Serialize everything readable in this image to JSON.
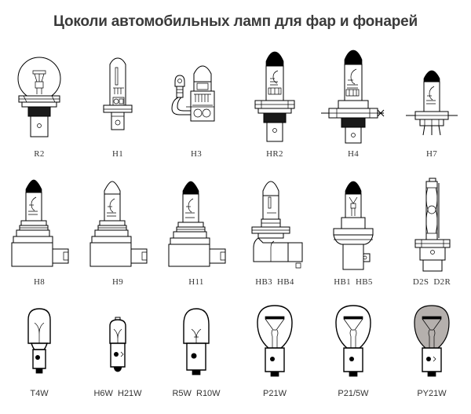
{
  "page": {
    "title": "Цоколи автомобильных ламп для фар и  фонарей",
    "background_color": "#ffffff",
    "line_color": "#000000",
    "label_color": "#333333",
    "title_color": "#3a3a3a",
    "tint_color": "#b5b0ad"
  },
  "rows": [
    {
      "row_index": 1,
      "items": [
        {
          "label": "R2",
          "icon": "bulb-r2-icon",
          "type": "round-globe-flange-base",
          "tinted": false,
          "black_tip": false
        },
        {
          "label": "H1",
          "icon": "bulb-h1-icon",
          "type": "halogen-tube-flat-flange",
          "tinted": false,
          "black_tip": false
        },
        {
          "label": "H3",
          "icon": "bulb-h3-icon",
          "type": "halogen-with-wire-lead",
          "tinted": false,
          "black_tip": false
        },
        {
          "label": "HR2",
          "icon": "bulb-hr2-icon",
          "type": "halogen-black-tip-pin-base",
          "tinted": false,
          "black_tip": true
        },
        {
          "label": "H4",
          "icon": "bulb-h4-icon",
          "type": "halogen-black-tip-p43t",
          "tinted": false,
          "black_tip": true
        },
        {
          "label": "H7",
          "icon": "bulb-h7-icon",
          "type": "halogen-black-tip-px26d",
          "tinted": false,
          "black_tip": true
        }
      ]
    },
    {
      "row_index": 2,
      "items": [
        {
          "label": "H8",
          "icon": "bulb-h8-icon",
          "type": "halogen-black-tip-pgj19",
          "tinted": false,
          "black_tip": true
        },
        {
          "label": "H9",
          "icon": "bulb-h9-icon",
          "type": "halogen-clear-tip-pgj19",
          "tinted": false,
          "black_tip": false
        },
        {
          "label": "H11",
          "icon": "bulb-h11-icon",
          "type": "halogen-black-tip-pgj19",
          "tinted": false,
          "black_tip": true
        },
        {
          "label": "HB3  HB4",
          "icon": "bulb-hb3-hb4-icon",
          "type": "halogen-angled-base-p20d",
          "tinted": false,
          "black_tip": false
        },
        {
          "label": "HB1  HB5",
          "icon": "bulb-hb1-hb5-icon",
          "type": "halogen-black-tip-px29t",
          "tinted": false,
          "black_tip": true
        },
        {
          "label": "D2S  D2R",
          "icon": "bulb-d2s-d2r-icon",
          "type": "xenon-arc-tube-p32d",
          "tinted": false,
          "black_tip": false
        }
      ]
    },
    {
      "row_index": 3,
      "items": [
        {
          "label": "T4W",
          "icon": "bulb-t4w-icon",
          "type": "tubular-bayonet-ba9s",
          "tinted": false,
          "black_tip": false
        },
        {
          "label": "H6W  H21W",
          "icon": "bulb-h6w-h21w-icon",
          "type": "small-tubular-bax9s",
          "tinted": false,
          "black_tip": false
        },
        {
          "label": "R5W  R10W",
          "icon": "bulb-r5w-r10w-icon",
          "type": "round-tip-bayonet-ba15s",
          "tinted": false,
          "black_tip": false
        },
        {
          "label": "P21W",
          "icon": "bulb-p21w-icon",
          "type": "pear-bayonet-ba15s",
          "tinted": false,
          "black_tip": false
        },
        {
          "label": "P21/5W",
          "icon": "bulb-p21-5w-icon",
          "type": "pear-bayonet-bay15d",
          "tinted": false,
          "black_tip": false
        },
        {
          "label": "PY21W",
          "icon": "bulb-py21w-icon",
          "type": "pear-bayonet-amber-bau15s",
          "tinted": true,
          "black_tip": false
        }
      ]
    }
  ]
}
